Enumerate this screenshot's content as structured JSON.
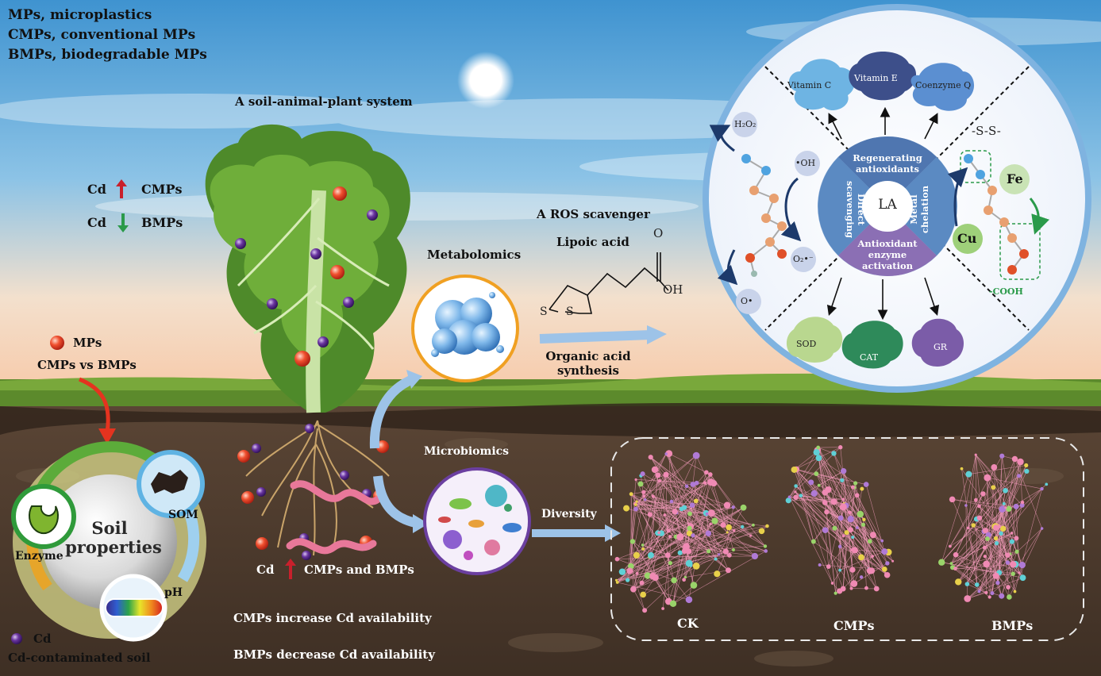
{
  "legend": {
    "line1": "MPs, microplastics",
    "line2": "CMPs, conventional MPs",
    "line3": "BMPs, biodegradable MPs"
  },
  "system_title": "A soil-animal-plant system",
  "cd_up": {
    "cd": "Cd",
    "label": "CMPs"
  },
  "cd_down": {
    "cd": "Cd",
    "label": "BMPs"
  },
  "mps_legend": {
    "mps": "MPs",
    "compare": "CMPs vs BMPs"
  },
  "soil_properties": {
    "title_line1": "Soil",
    "title_line2": "properties",
    "som": "SOM",
    "enzyme": "Enzyme",
    "ph": "pH"
  },
  "cd_legend": {
    "cd": "Cd",
    "soil": "Cd-contaminated soil"
  },
  "cd_root": {
    "cd": "Cd",
    "label": "CMPs and BMPs"
  },
  "availability": {
    "cmps": "CMPs increase Cd availability",
    "bmps": "BMPs decrease Cd availability"
  },
  "metabolomics": "Metabolomics",
  "microbiomics": "Microbiomics",
  "diversity": "Diversity",
  "ros": {
    "title": "A ROS scavenger",
    "name": "Lipoic acid",
    "atom_o": "O",
    "atom_oh": "OH",
    "atom_s1": "S",
    "atom_s2": "S"
  },
  "organic_acid": {
    "line1": "Organic acid",
    "line2": "synthesis"
  },
  "mechanism": {
    "center": "LA",
    "top": {
      "line1": "Regenerating",
      "line2": "antioxidants"
    },
    "left": {
      "line1": "Direct",
      "line2": "scavenging"
    },
    "right": {
      "line1": "Metal",
      "line2": "chelation"
    },
    "bottom": {
      "line1": "Antioxidant",
      "line2": "enzyme",
      "line3": "activation"
    },
    "vitamin_c": "Vitamin C",
    "vitamin_e": "Vitamin E",
    "coenzyme_q": "Coenzyme Q",
    "h2o2": "H₂O₂",
    "oh": "•OH",
    "o2": "O₂•⁻",
    "o": "O•",
    "ss": "-S-S-",
    "fe": "Fe",
    "cu": "Cu",
    "cooh": "-COOH",
    "sod": "SOD",
    "cat": "CAT",
    "gr": "GR"
  },
  "networks": {
    "ck": "CK",
    "cmps": "CMPs",
    "bmps": "BMPs"
  },
  "colors": {
    "sky_top": "#4f9fd6",
    "soil": "#4e3d2f",
    "grass": "#5c8a2c",
    "cd_particle": "#5a2d8a",
    "mp_particle": "#e8432a",
    "up_arrow": "#c8202c",
    "down_arrow": "#2b9a4a",
    "wheel_inner": "#3f7fb7",
    "chelate_green": "#2a9a4a"
  }
}
